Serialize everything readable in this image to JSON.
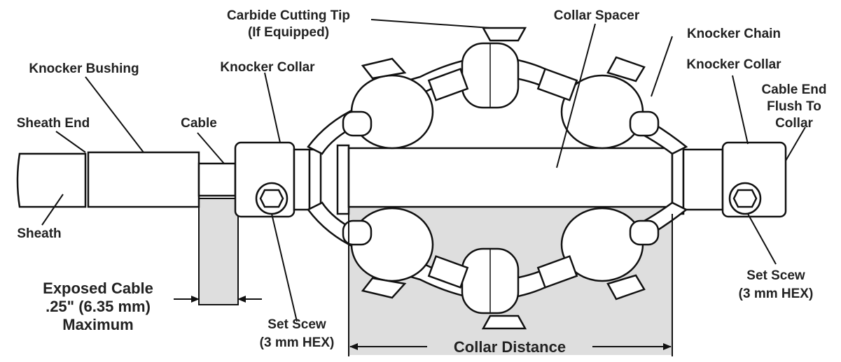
{
  "labels": {
    "carbide_tip_line1": "Carbide Cutting Tip",
    "carbide_tip_line2": "(If Equipped)",
    "collar_spacer": "Collar Spacer",
    "knocker_chain": "Knocker Chain",
    "knocker_bushing": "Knocker Bushing",
    "knocker_collar_left": "Knocker Collar",
    "knocker_collar_right": "Knocker Collar",
    "cable_end_line1": "Cable End",
    "cable_end_line2": "Flush To",
    "cable_end_line3": "Collar",
    "sheath_end": "Sheath End",
    "cable": "Cable",
    "sheath": "Sheath",
    "exposed_line1": "Exposed Cable",
    "exposed_line2": ".25\" (6.35 mm)",
    "exposed_line3": "Maximum",
    "set_screw_left_line1": "Set Scew",
    "set_screw_left_line2": "(3 mm HEX)",
    "set_screw_right_line1": "Set Scew",
    "set_screw_right_line2": "(3 mm HEX)",
    "collar_distance": "Collar Distance"
  }
}
